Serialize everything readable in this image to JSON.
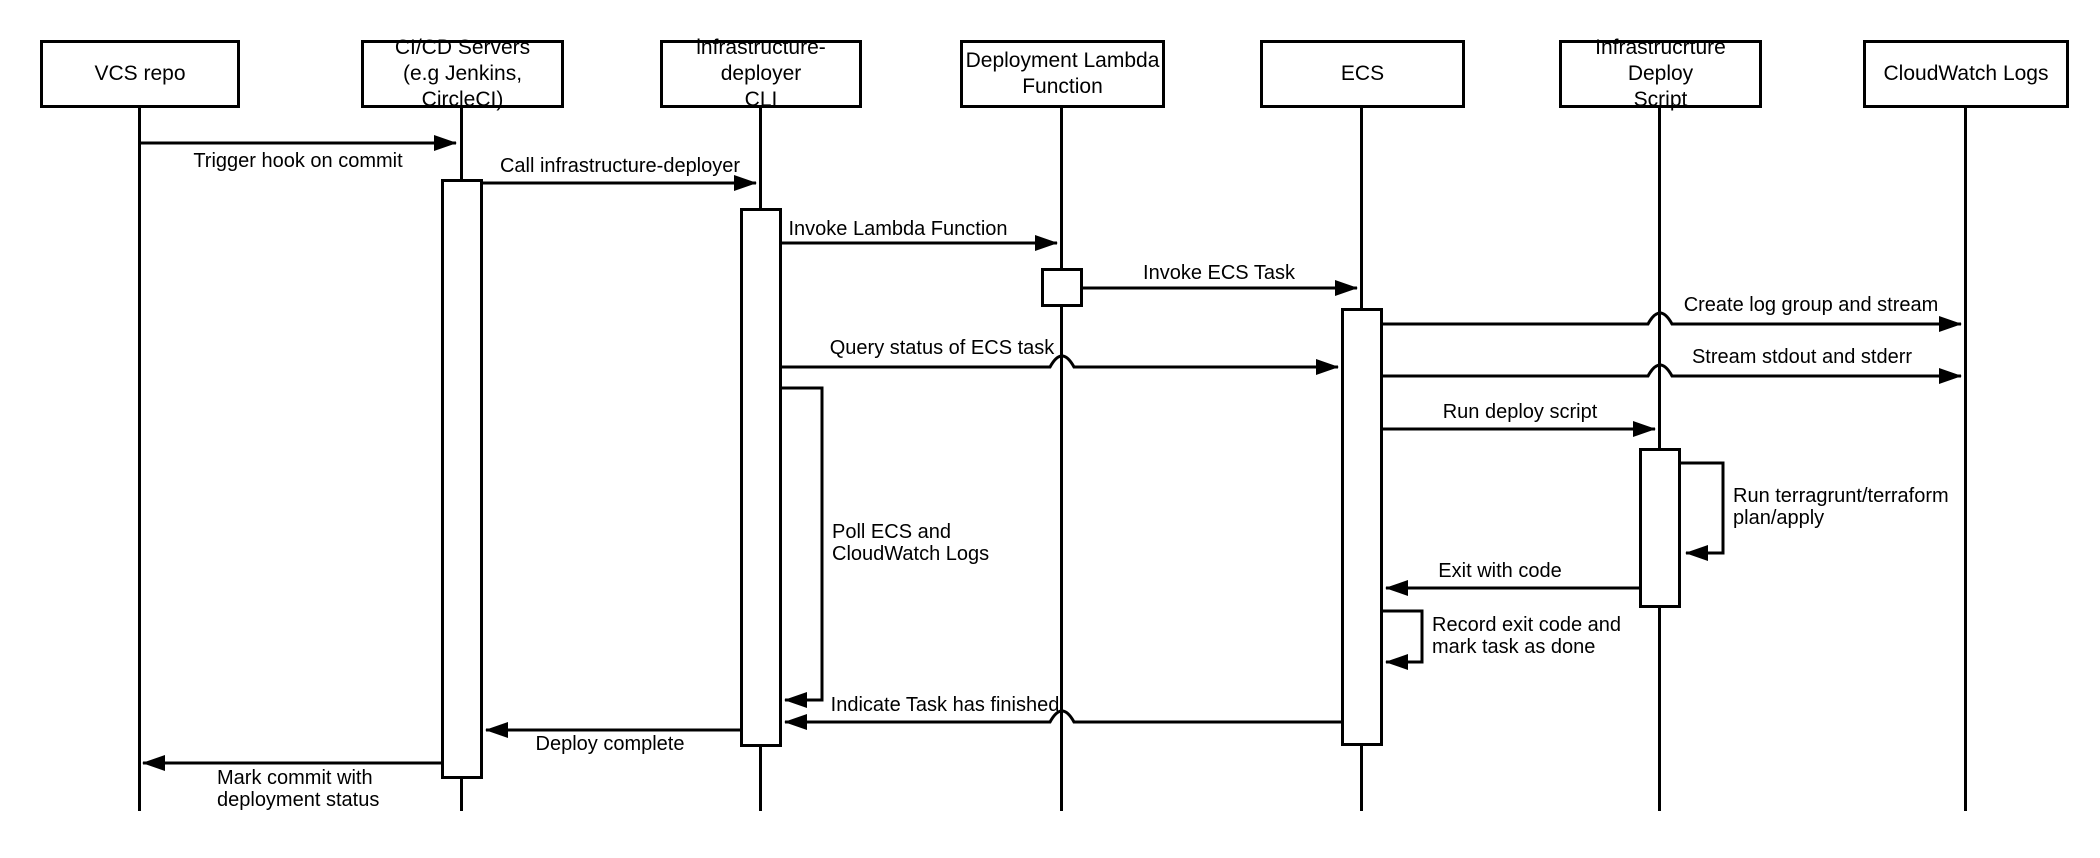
{
  "diagram": {
    "type": "sequence-diagram",
    "background_color": "#ffffff",
    "stroke_color": "#000000",
    "participants": [
      {
        "id": "vcs",
        "label": "VCS repo"
      },
      {
        "id": "cicd",
        "label": "CI/CD Servers\n(e.g Jenkins, CircleCI)"
      },
      {
        "id": "cli",
        "label": "infrastructure-deployer\nCLI"
      },
      {
        "id": "lambda",
        "label": "Deployment Lambda\nFunction"
      },
      {
        "id": "ecs",
        "label": "ECS"
      },
      {
        "id": "deploy_script",
        "label": "Infrastrucrture Deploy\nScript"
      },
      {
        "id": "cloudwatch",
        "label": "CloudWatch Logs"
      }
    ],
    "messages": [
      {
        "from": "vcs",
        "to": "cicd",
        "label": "Trigger hook on commit"
      },
      {
        "from": "cicd",
        "to": "cli",
        "label": "Call infrastructure-deployer"
      },
      {
        "from": "cli",
        "to": "lambda",
        "label": "Invoke Lambda Function"
      },
      {
        "from": "lambda",
        "to": "ecs",
        "label": "Invoke ECS Task"
      },
      {
        "from": "ecs",
        "to": "cloudwatch",
        "label": "Create log group and stream"
      },
      {
        "from": "cli",
        "to": "ecs",
        "label": "Query status of ECS task"
      },
      {
        "from": "ecs",
        "to": "cloudwatch",
        "label": "Stream stdout and stderr"
      },
      {
        "from": "ecs",
        "to": "deploy_script",
        "label": "Run deploy script"
      },
      {
        "from": "deploy_script",
        "to": "deploy_script",
        "label": "Run terragrunt/terraform\nplan/apply"
      },
      {
        "from": "deploy_script",
        "to": "ecs",
        "label": "Exit with code"
      },
      {
        "from": "ecs",
        "to": "ecs",
        "label": "Record exit code and\nmark task as done"
      },
      {
        "from": "cli",
        "to": "cli",
        "label": "Poll ECS and\nCloudWatch Logs"
      },
      {
        "from": "ecs",
        "to": "cli",
        "label": "Indicate Task has finished"
      },
      {
        "from": "cli",
        "to": "cicd",
        "label": "Deploy complete"
      },
      {
        "from": "cicd",
        "to": "vcs",
        "label": "Mark commit with\ndeployment status"
      }
    ]
  }
}
